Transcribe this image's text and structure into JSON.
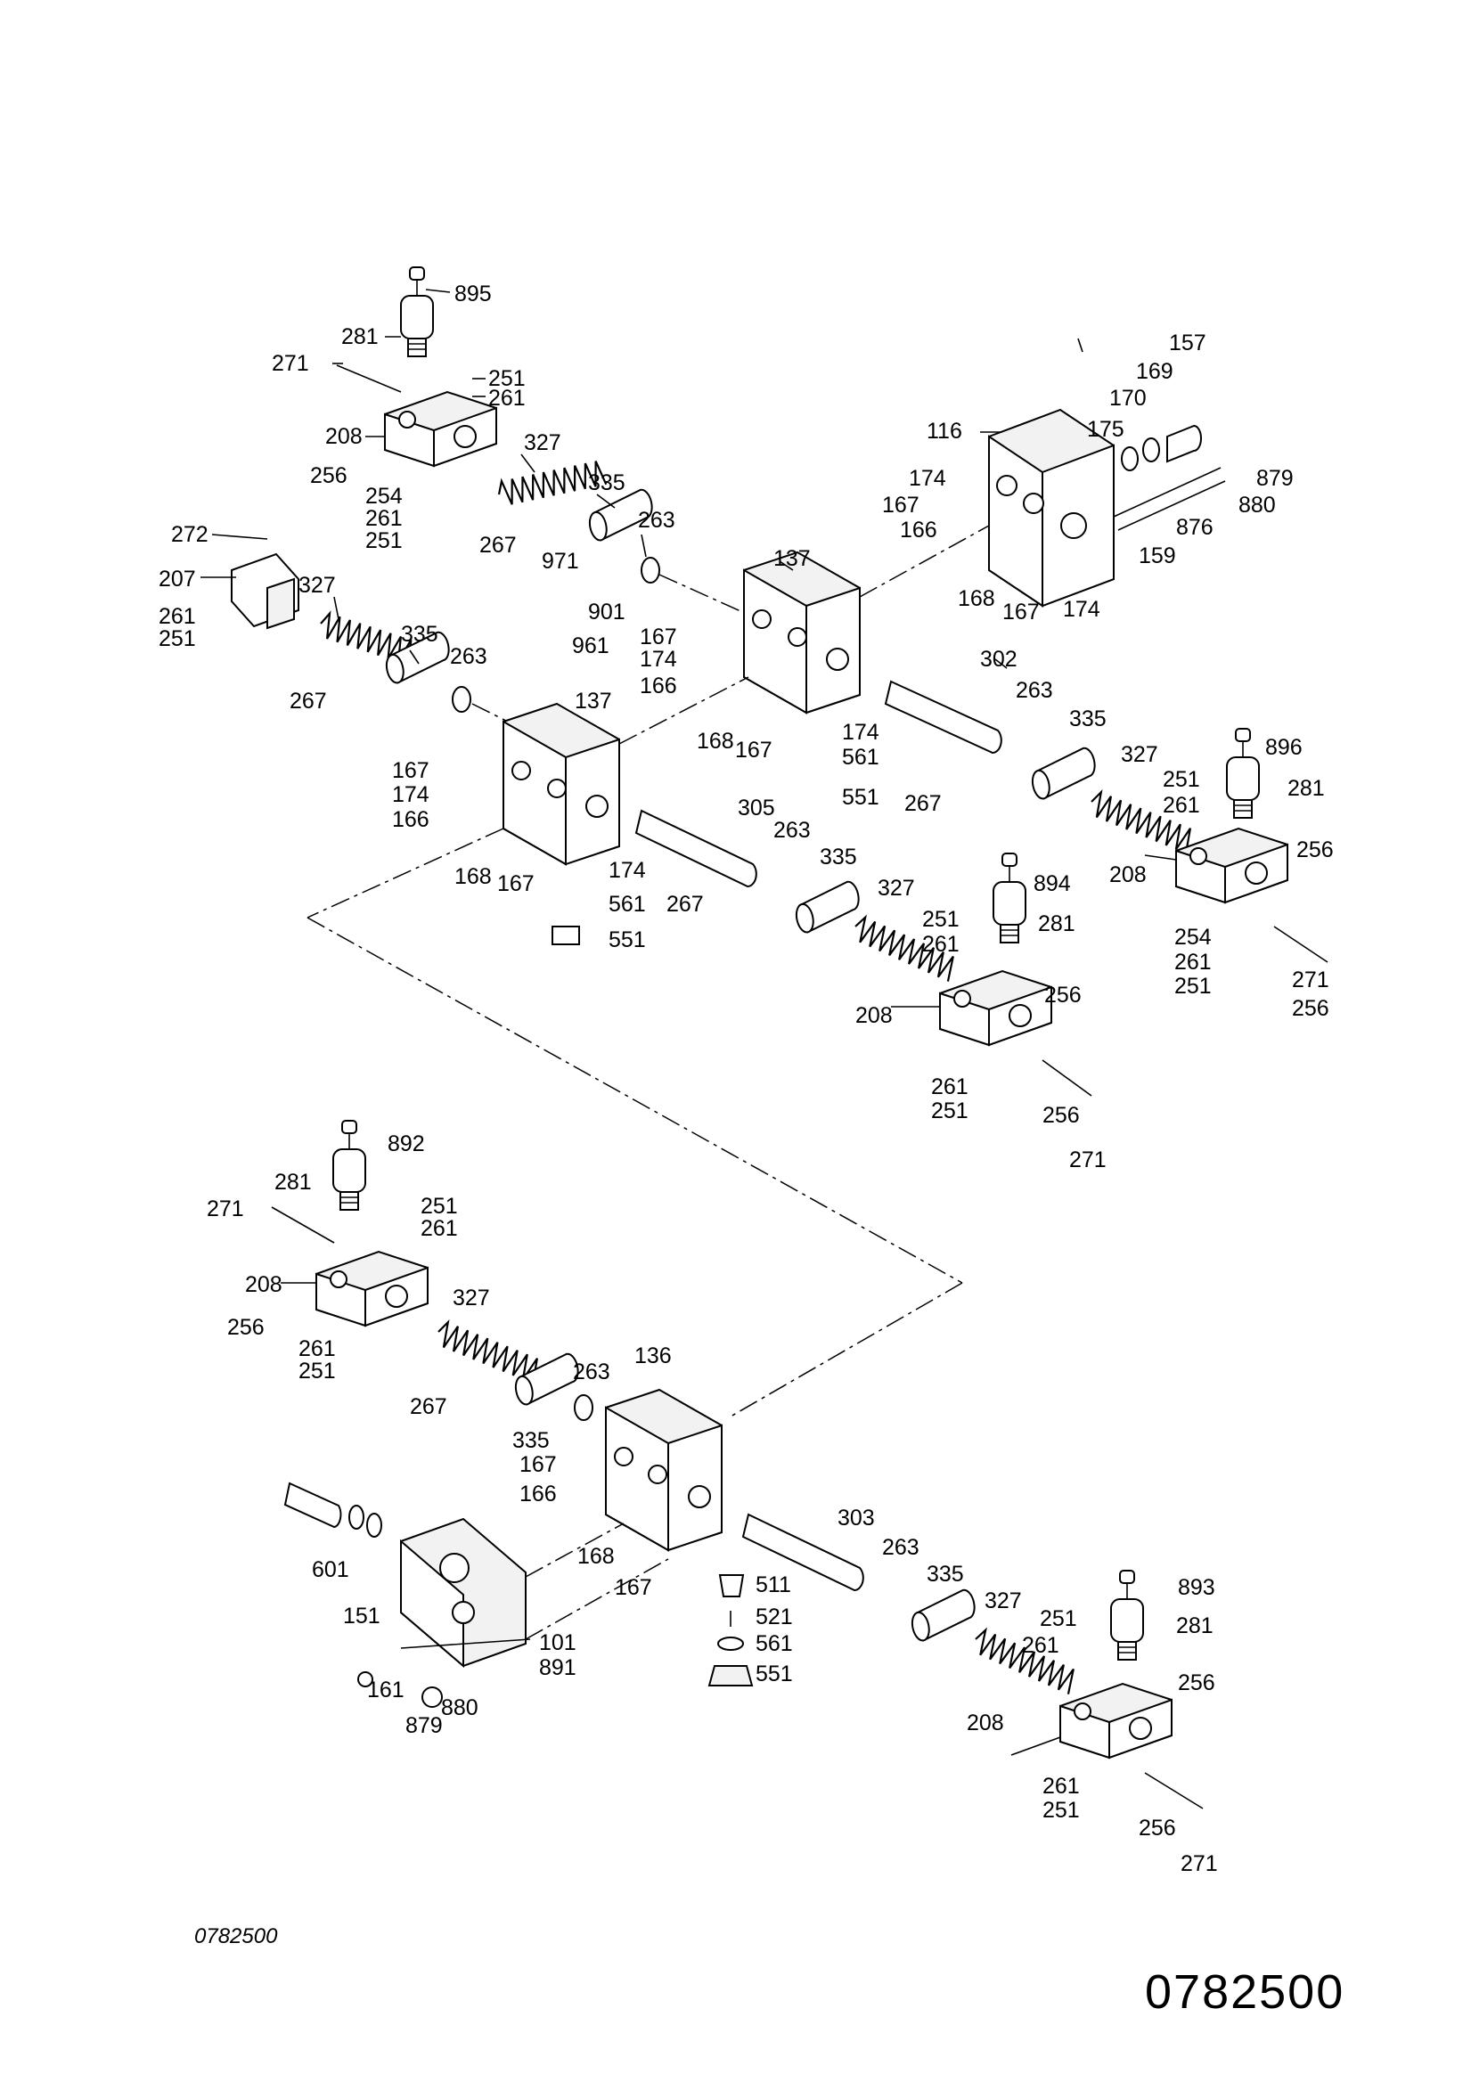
{
  "diagram_id_small": "0782500",
  "diagram_id_large": "0782500",
  "callouts": {
    "a895": "895",
    "a281": "281",
    "a271": "271",
    "a251": "251",
    "a261": "261",
    "a208": "208",
    "a256": "256",
    "a254": "254",
    "a261b": "261",
    "a251b": "251",
    "a327": "327",
    "a335": "335",
    "a263": "263",
    "a267": "267",
    "a971": "971",
    "a901": "901",
    "a961": "961",
    "a272": "272",
    "a207": "207",
    "a261c": "261",
    "a251c": "251",
    "a327b": "327",
    "a335b": "335",
    "a263b": "263",
    "a267b": "267",
    "b116": "116",
    "b175": "175",
    "b170": "170",
    "b169": "169",
    "b157": "157",
    "b879": "879",
    "b880": "880",
    "b876": "876",
    "b159": "159",
    "b174": "174",
    "b167": "167",
    "b166": "166",
    "b168": "168",
    "b167b": "167",
    "b174b": "174",
    "c137": "137",
    "c167": "167",
    "c174": "174",
    "c166": "166",
    "c168": "168",
    "c167b": "167",
    "c174b": "174",
    "c561": "561",
    "c551": "551",
    "c267": "267",
    "d302": "302",
    "d263": "263",
    "d335": "335",
    "d327": "327",
    "d896": "896",
    "d251": "251",
    "d261": "261",
    "d281": "281",
    "d256": "256",
    "d208": "208",
    "d254": "254",
    "d261b": "261",
    "d251b": "251",
    "d271": "271",
    "d256b": "256",
    "e137": "137",
    "e167": "167",
    "e174": "174",
    "e166": "166",
    "e168": "168",
    "e167b": "167",
    "e174b": "174",
    "e561": "561",
    "e551": "551",
    "e267": "267",
    "f305": "305",
    "f263": "263",
    "f335": "335",
    "f327": "327",
    "f894": "894",
    "f251": "251",
    "f281": "281",
    "f261": "261",
    "f208": "208",
    "f256": "256",
    "f261b": "261",
    "f251b": "251",
    "f256b": "256",
    "f271": "271",
    "g892": "892",
    "g281": "281",
    "g271": "271",
    "g251": "251",
    "g261": "261",
    "g208": "208",
    "g327": "327",
    "g256": "256",
    "g261b": "261",
    "g251b": "251",
    "g267": "267",
    "g335": "335",
    "g263": "263",
    "h136": "136",
    "h167": "167",
    "h166": "166",
    "h168": "168",
    "h167b": "167",
    "h601": "601",
    "h151": "151",
    "h161": "161",
    "h879": "879",
    "h880": "880",
    "h101": "101",
    "h891": "891",
    "h511": "511",
    "h521": "521",
    "h561": "561",
    "h551": "551",
    "i303": "303",
    "i263": "263",
    "i335": "335",
    "i327": "327",
    "i893": "893",
    "i251": "251",
    "i261": "261",
    "i281": "281",
    "i256": "256",
    "i208": "208",
    "i261b": "261",
    "i251b": "251",
    "i256b": "256",
    "i271": "271"
  }
}
